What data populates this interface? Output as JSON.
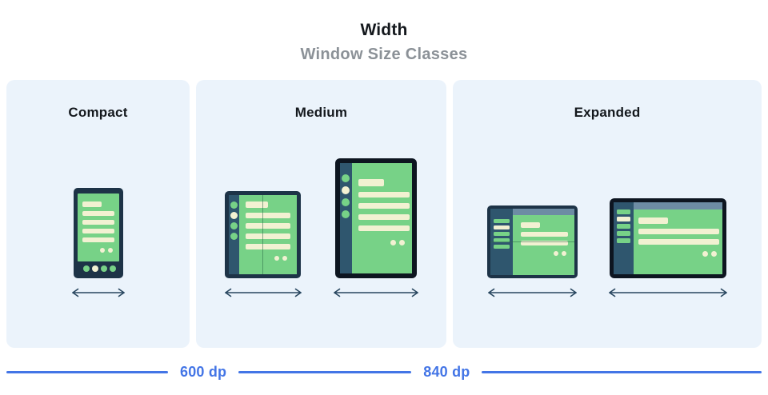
{
  "header": {
    "title": "Width",
    "subtitle": "Window Size Classes"
  },
  "panels": [
    {
      "id": "compact",
      "label": "Compact",
      "devices": [
        "phone"
      ]
    },
    {
      "id": "medium",
      "label": "Medium",
      "devices": [
        "foldable-portrait",
        "tablet-portrait"
      ]
    },
    {
      "id": "expanded",
      "label": "Expanded",
      "devices": [
        "foldable-landscape",
        "laptop"
      ]
    }
  ],
  "ruler": {
    "labels": [
      "600 dp",
      "840 dp"
    ]
  },
  "colors": {
    "panel_bg": "#ebf3fb",
    "title_text": "#14181d",
    "subtitle_text": "#8b9197",
    "frame_navy": "#1d3347",
    "frame_black": "#0d1520",
    "rail_teal": "#2f566e",
    "screen_green": "#77d287",
    "line_cream": "#f2f1d2",
    "topbar_slate": "#6d8ca4",
    "fold_line": "#2e6b47",
    "arrow": "#27455e",
    "ruler_blue": "#4375e6"
  }
}
